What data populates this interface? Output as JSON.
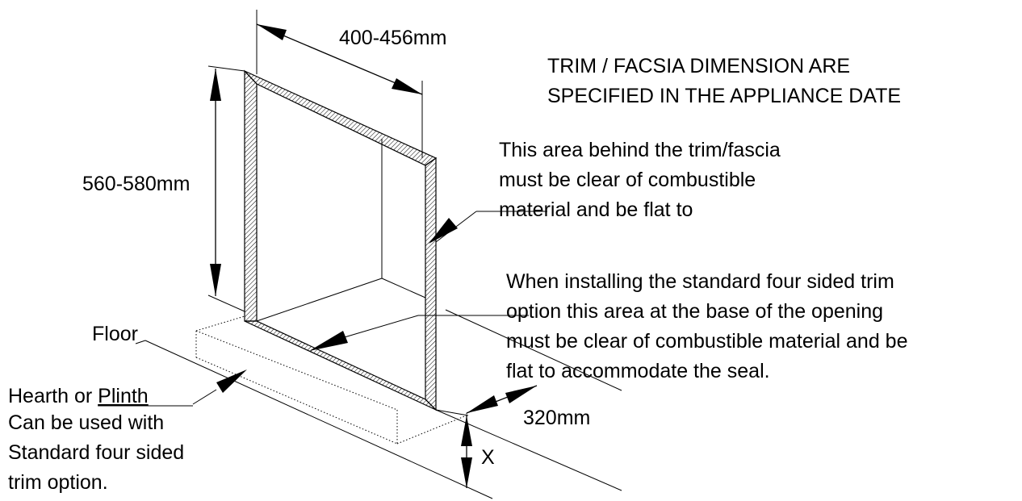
{
  "dimensions": {
    "width_label": "400-456mm",
    "height_label": "560-580mm",
    "depth_label": "320mm",
    "hearth_label": "X"
  },
  "notes": {
    "header": [
      "TRIM / FACSIA DIMENSION ARE",
      "SPECIFIED IN THE APPLIANCE DATE"
    ],
    "behind_trim": [
      "This area behind the trim/fascia",
      "must be clear of combustible",
      "material and be flat to"
    ],
    "base_area": [
      "When installing the standard four sided trim",
      "option this area at the base of the opening",
      "must be clear of combustible material and be",
      "flat to accommodate the seal."
    ]
  },
  "labels": {
    "floor": "Floor",
    "hearth_title_a": "Hearth or ",
    "hearth_title_b": "Plinth",
    "hearth_lines": [
      "Can be used with",
      "Standard four sided",
      "trim option."
    ]
  }
}
